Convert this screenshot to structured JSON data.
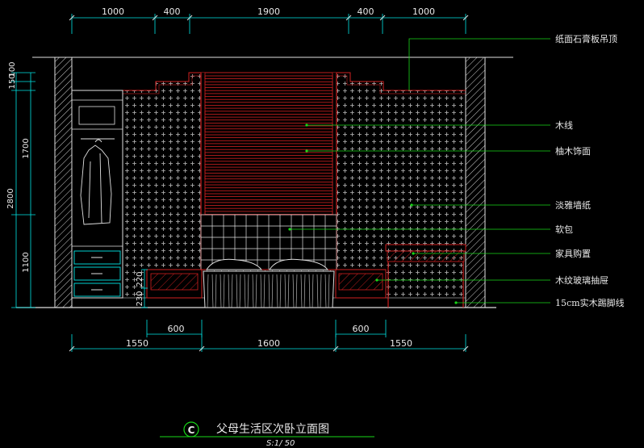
{
  "dimensions": {
    "top": [
      "1000",
      "400",
      "1900",
      "400",
      "1000"
    ],
    "left": [
      "150",
      "100",
      "1700",
      "2800",
      "1100"
    ],
    "bottom_upper": [
      "600",
      "600"
    ],
    "bottom_lower": [
      "1550",
      "1600",
      "1550"
    ],
    "small_vertical": [
      "220",
      "230"
    ]
  },
  "labels": {
    "ceiling": "纸面石膏板吊顶",
    "wood_lines": "木线",
    "veneer": "柚木饰面",
    "wallpaper": "淡雅墙纸",
    "soft_pack": "软包",
    "furniture": "家具购置",
    "glass_drawer": "木纹玻璃抽屉",
    "skirting": "15cm实木踢脚线"
  },
  "title": {
    "badge": "C",
    "text": "父母生活区次卧立面图",
    "scale": "S:1/ 50"
  },
  "colors": {
    "background": "#000000",
    "structure": "#e0e0e0",
    "accent_red": "#d02020",
    "dimension": "#00e5e5",
    "leader": "#18d818",
    "pattern": "#b8b8b8"
  }
}
